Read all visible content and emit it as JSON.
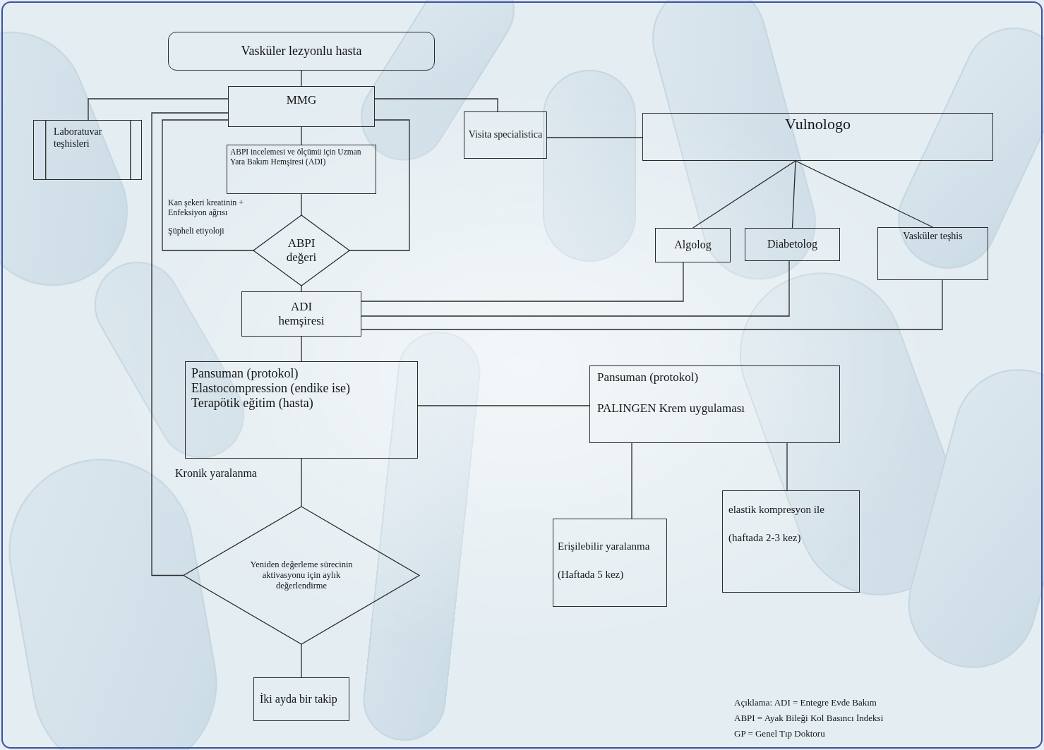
{
  "diagram": {
    "nodes": [
      {
        "text": [
          "Vasküler lezyonlu hasta"
        ]
      },
      {
        "text": [
          "MMG"
        ]
      },
      {
        "text": [
          "Laboratuvar teşhisleri"
        ]
      },
      {
        "text": [
          "ABPI incelemesi ve ölçümü için Uzman Yara Bakım Hemşiresi (ADI)"
        ]
      },
      {
        "text": [
          "Visita specialistica"
        ]
      },
      {
        "text": [
          "Vulnologo"
        ]
      },
      {
        "text": [
          "ABPI değeri"
        ]
      },
      {
        "text": [
          "Algolog"
        ]
      },
      {
        "text": [
          "Diabetolog"
        ]
      },
      {
        "text": [
          "Vasküler teşhis"
        ]
      },
      {
        "text": [
          "ADI hemşiresi"
        ]
      },
      {
        "text": [
          "Pansuman (protokol) Elastocompression (endike ise) Terapötik eğitim (hasta)"
        ]
      },
      {
        "text": [
          "Pansuman (protokol)",
          "PALINGEN Krem uygulaması"
        ]
      },
      {
        "text": [
          "Yeniden değerleme sürecinin aktivasyonu için aylık değerlendirme"
        ]
      },
      {
        "text": [
          "Erişilebilir yaralanma",
          "(Haftada 5 kez)"
        ]
      },
      {
        "text": [
          "elastik kompresyon ile",
          "(haftada 2-3 kez)"
        ]
      },
      {
        "text": [
          "İki ayda bir takip"
        ]
      }
    ],
    "edges": [
      {
        "from": 0,
        "to": 1,
        "arrow": "none"
      },
      {
        "from": 1,
        "to": 2,
        "arrow": "none"
      },
      {
        "from": 1,
        "to": 4,
        "arrow": "none"
      },
      {
        "from": 1,
        "to": 3,
        "arrow": "none"
      },
      {
        "from": 3,
        "to": 6,
        "arrow": "none"
      },
      {
        "from": 6,
        "to": 1,
        "arrow": "none"
      },
      {
        "from": 6,
        "to": 1,
        "arrow": "none"
      },
      {
        "from": 4,
        "to": 5,
        "arrow": "none"
      },
      {
        "from": 5,
        "to": 7,
        "arrow": "none"
      },
      {
        "from": 5,
        "to": 8,
        "arrow": "none"
      },
      {
        "from": 5,
        "to": 9,
        "arrow": "none"
      },
      {
        "from": 7,
        "to": 10,
        "arrow": "none"
      },
      {
        "from": 8,
        "to": 10,
        "arrow": "none"
      },
      {
        "from": 9,
        "to": 10,
        "arrow": "none"
      },
      {
        "from": 6,
        "to": 10,
        "arrow": "none"
      },
      {
        "from": 10,
        "to": 11,
        "arrow": "none"
      },
      {
        "from": 11,
        "to": 12,
        "arrow": "none"
      },
      {
        "from": 12,
        "to": 14,
        "arrow": "none"
      },
      {
        "from": 12,
        "to": 15,
        "arrow": "none"
      },
      {
        "from": 11,
        "to": 13,
        "arrow": "none"
      },
      {
        "from": 13,
        "to": 16,
        "arrow": "none"
      },
      {
        "from": 13,
        "to": 1,
        "arrow": "none"
      }
    ],
    "labels": [
      "Kan şekeri kreatinin + Enfeksiyon ağrısı",
      "Şüpheli etiyoloji",
      "Kronik yaralanma",
      "Açıklama: ADI = Entegre Evde Bakım",
      "ABPI = Ayak Bileği Kol Basıncı İndeksi",
      "GP = Genel Tıp Doktoru"
    ]
  }
}
